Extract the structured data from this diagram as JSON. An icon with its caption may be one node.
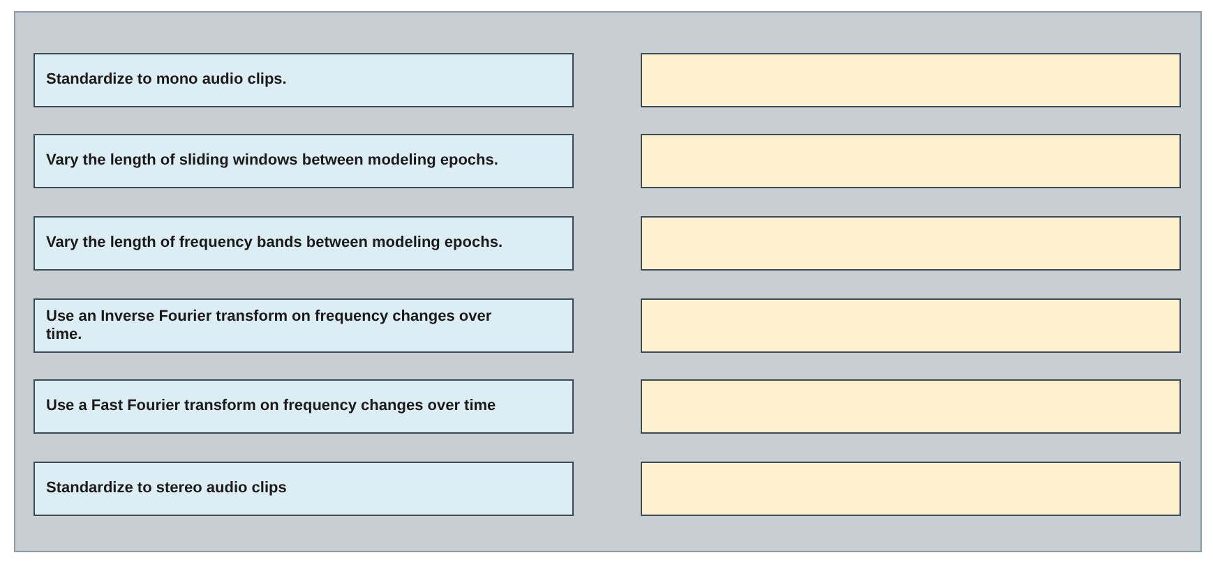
{
  "diagram": {
    "nodes": [
      {
        "text": [
          "Standardize to mono audio clips."
        ]
      },
      {
        "text": [
          "Vary the length of sliding windows between modeling epochs."
        ]
      },
      {
        "text": [
          "Vary the length of frequency bands between modeling epochs."
        ]
      },
      {
        "text": [
          "Use an Inverse Fourier transform on frequency changes over time."
        ]
      },
      {
        "text": [
          "Use a Fast Fourier transform on frequency changes over time"
        ]
      },
      {
        "text": [
          "Standardize to stereo audio clips"
        ]
      },
      {
        "text": [],
        "shape": "box"
      },
      {
        "text": [],
        "shape": "box"
      },
      {
        "text": [],
        "shape": "box"
      },
      {
        "text": [],
        "shape": "box"
      },
      {
        "text": [],
        "shape": "box"
      },
      {
        "text": [],
        "shape": "box"
      }
    ]
  }
}
